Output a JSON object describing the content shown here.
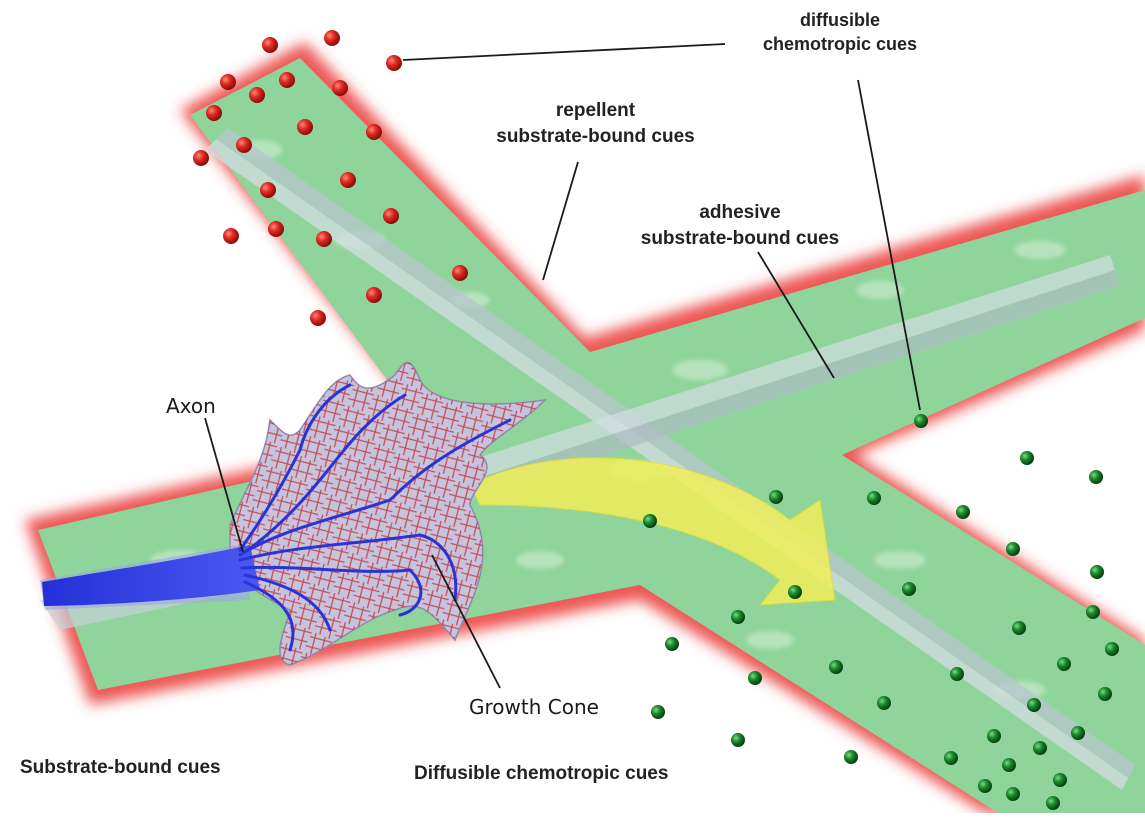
{
  "labels": {
    "diffusible_top": "diffusible\nchemotropic cues",
    "repellent": "repellent\nsubstrate-bound cues",
    "adhesive": "adhesive\nsubstrate-bound cues",
    "axon": "Axon",
    "growth_cone": "Growth Cone",
    "substrate_caption": "Substrate-bound cues",
    "diffusible_caption": "Diffusible chemotropic cues"
  },
  "colors": {
    "track_green": "#8fd49a",
    "repellent_red": "#e8332e",
    "diffusible_red": "#d9211c",
    "diffusible_green": "#0f7a1f",
    "axon_blue": "#2a33d6",
    "growth_cone_fill": "#c7c3dc",
    "actin_red": "#c0454a",
    "arrow_yellow": "#f1ef5a",
    "adhesive_band": "#d3dde2"
  }
}
